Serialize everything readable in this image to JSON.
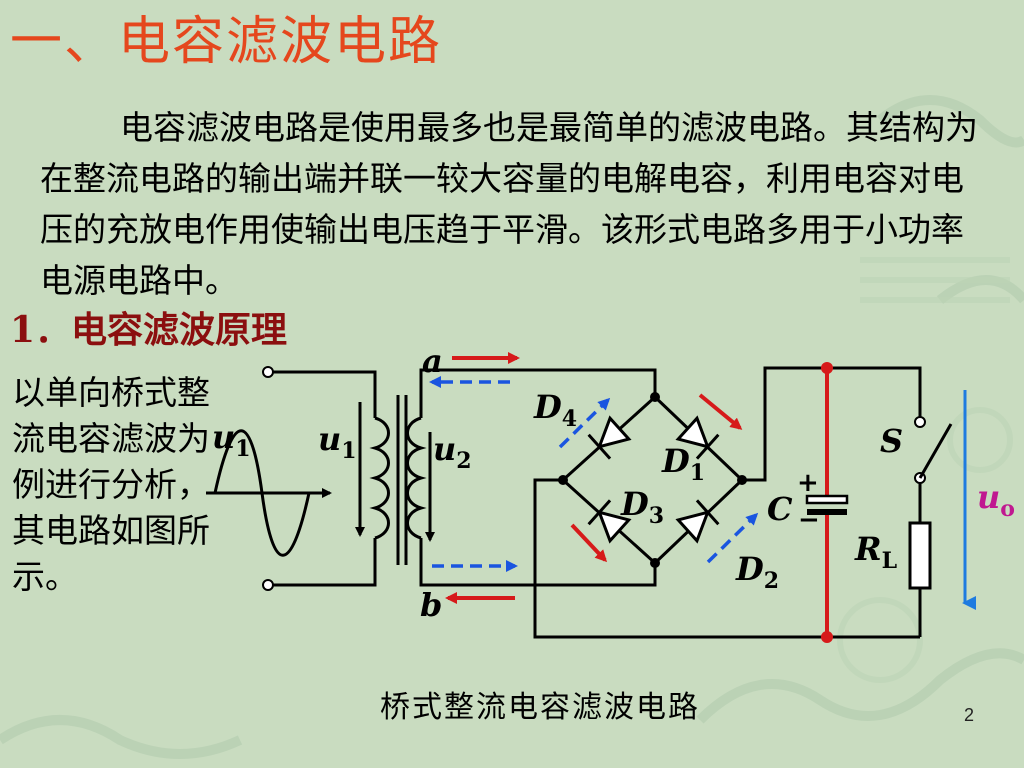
{
  "slide": {
    "title": "一、电容滤波电路",
    "intro": "电容滤波电路是使用最多也是最简单的滤波电路。其结构为在整流电路的输出端并联一较大容量的电解电容，利用电容对电压的充放电作用使输出电压趋于平滑。该形式电路多用于小功率电源电路中。",
    "section_heading": "1．电容滤波原理",
    "side_text": "以单向桥式整流电容滤波为例进行分析，其电路如图所示。",
    "caption": "桥式整流电容滤波电路",
    "page_number": "2"
  },
  "diagram": {
    "node_a": "a",
    "node_b": "b",
    "source": {
      "main": "u",
      "sub": "1"
    },
    "primary": {
      "main": "u",
      "sub": "1"
    },
    "secondary": {
      "main": "u",
      "sub": "2"
    },
    "d4": {
      "main": "D",
      "sub": "4"
    },
    "d1": {
      "main": "D",
      "sub": "1"
    },
    "d3": {
      "main": "D",
      "sub": "3"
    },
    "d2": {
      "main": "D",
      "sub": "2"
    },
    "capacitor": "C",
    "cap_plus": "+",
    "cap_minus": "−",
    "switch": "S",
    "load": {
      "main": "R",
      "sub": "L"
    },
    "output": {
      "main": "u",
      "sub": "o"
    }
  },
  "colors": {
    "title": "#e5471d",
    "heading": "#8b0f0f",
    "wire": "#000000",
    "highlight_red": "#d61a1a",
    "dashed_blue": "#1a55e0",
    "output_arrow": "#1e7be0",
    "output_label": "#c01890"
  }
}
